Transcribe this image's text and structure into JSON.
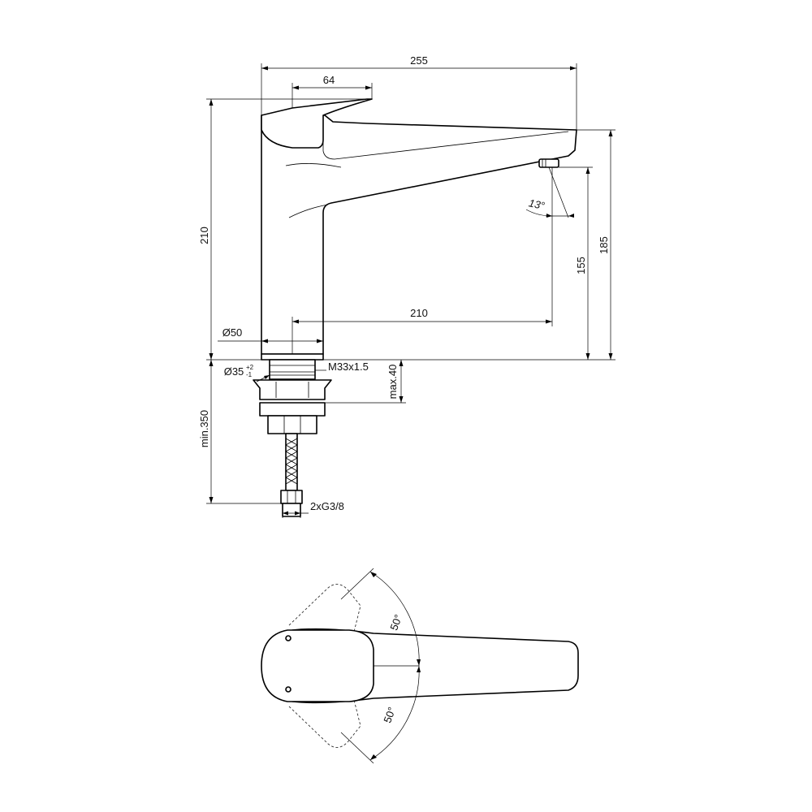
{
  "dimensions": {
    "total_length": "255",
    "lever_length": "64",
    "total_height": "210",
    "spout_height": "185",
    "outlet_height": "155",
    "reach": "210",
    "body_diameter": "Ø50",
    "hole_diameter": "Ø35",
    "hole_tol_plus": "+2",
    "hole_tol_minus": "-1",
    "thread": "M33x1.5",
    "max_deck": "max.40",
    "min_hose": "min.350",
    "connection": "2xG3/8",
    "spray_angle": "13°",
    "swivel_left": "50°",
    "swivel_right": "50°"
  }
}
